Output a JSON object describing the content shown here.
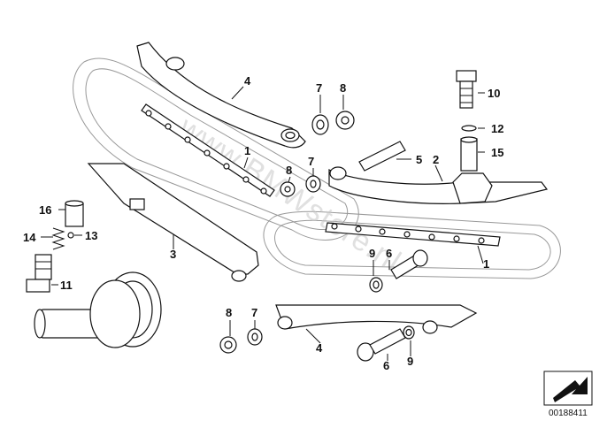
{
  "callouts": {
    "c4_top": "4",
    "c7_top": "7",
    "c8_top": "8",
    "c10": "10",
    "c12": "12",
    "c15": "15",
    "c1_upper": "1",
    "c8_mid": "8",
    "c7_mid": "7",
    "c5": "5",
    "c2": "2",
    "c16": "16",
    "c14": "14",
    "c13": "13",
    "c3": "3",
    "c9_upper": "9",
    "c6_upper": "6",
    "c1_lower": "1",
    "c11": "11",
    "c8_low": "8",
    "c7_low": "7",
    "c4_low": "4",
    "c6_low": "6",
    "c9_low": "9"
  },
  "watermark": "www.BMWstore.nl",
  "part_number": "00188411"
}
